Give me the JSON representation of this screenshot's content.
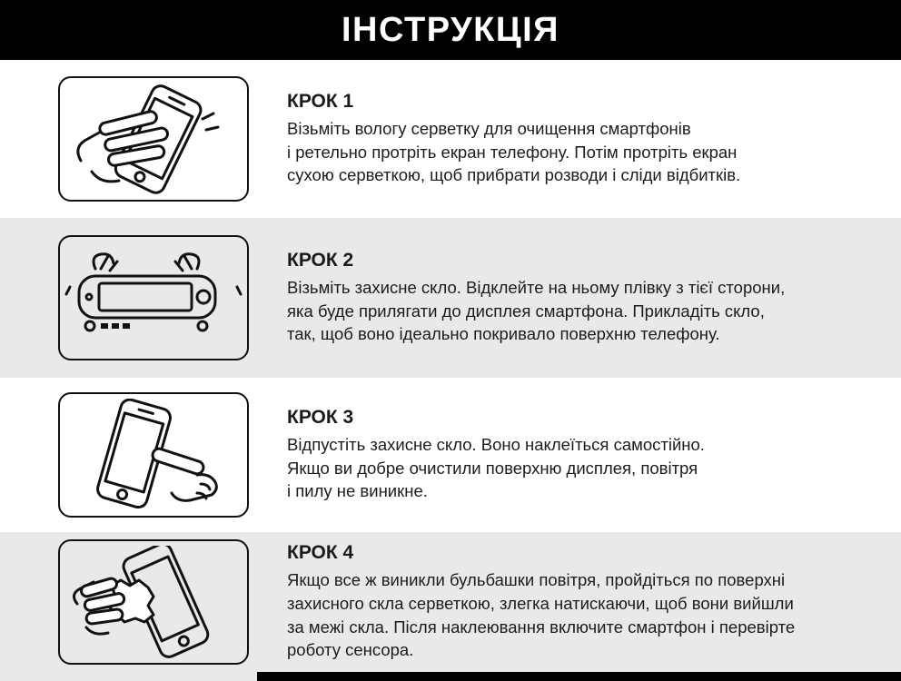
{
  "header": {
    "title": "ІНСТРУКЦІЯ"
  },
  "colors": {
    "header_bg": "#000000",
    "header_text": "#ffffff",
    "band_bg": "#e9e9e9",
    "body_text": "#1c1c1c",
    "line_art": "#111111"
  },
  "steps": [
    {
      "title": "КРОК 1",
      "icon": "wipe-phone-with-cloth-icon",
      "desc": "Візьміть вологу серветку для очищення смартфонів\nі ретельно протріть екран телефону. Потім протріть екран\nсухою серветкою, щоб прибрати розводи і сліди відбитків."
    },
    {
      "title": "КРОК 2",
      "icon": "peel-film-from-glass-icon",
      "desc": "Візьміть захисне скло. Відклейте на ньому плівку з тієї сторони,\nяка буде прилягати до дисплея смартфона. Прикладіть скло,\nтак, щоб воно ідеально покривало поверхню телефону."
    },
    {
      "title": "КРОК 3",
      "icon": "release-glass-tap-icon",
      "desc": "Відпустіть захисне скло. Воно наклеїться самостійно.\nЯкщо ви добре очистили поверхню дисплея, повітря\nі пилу не виникне."
    },
    {
      "title": "КРОК 4",
      "icon": "smooth-out-bubbles-icon",
      "desc": "Якщо все ж виникли бульбашки повітря, пройдіться по поверхні\nзахисного скла серветкою, злегка натискаючи, щоб вони вийшли\nза межі скла. Після наклеювання включите смартфон і перевірте\nроботу сенсора."
    }
  ]
}
